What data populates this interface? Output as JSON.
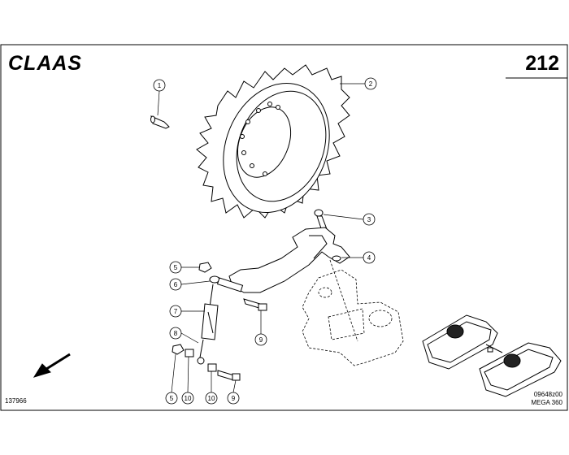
{
  "header": {
    "brand": "CLAAS",
    "page_number": "212"
  },
  "footer": {
    "left_code": "137966",
    "right_code": "09648z00",
    "model": "MEGA 360"
  },
  "callouts": [
    "1",
    "2",
    "3",
    "4",
    "5",
    "6",
    "7",
    "8",
    "9",
    "5",
    "10",
    "10",
    "9"
  ]
}
